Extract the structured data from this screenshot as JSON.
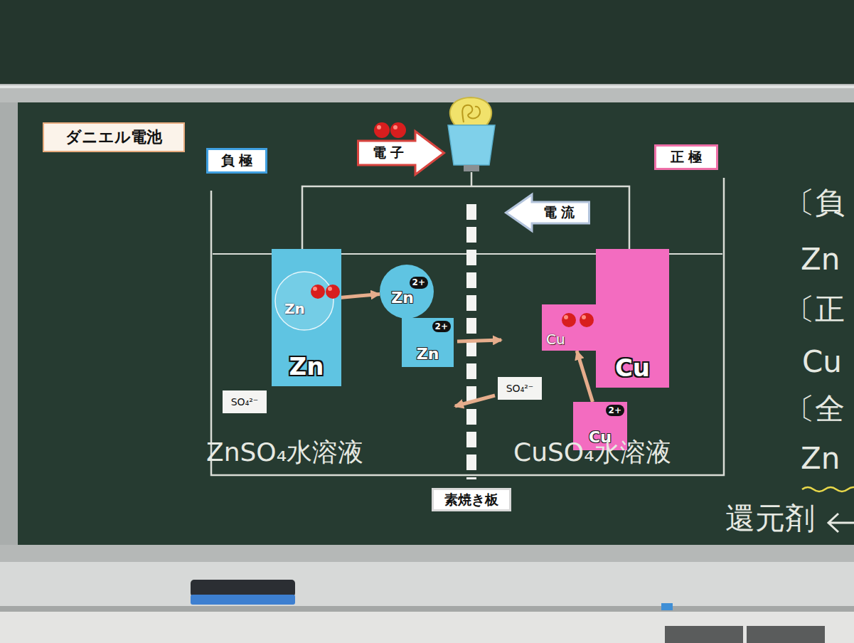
{
  "diagram": {
    "title": "ダニエル電池",
    "nodes": [
      {
        "text": [
          "負 極"
        ]
      },
      {
        "text": [
          "電 子"
        ]
      },
      {
        "text": [
          "正 極"
        ]
      },
      {
        "text": [
          "電 流"
        ]
      },
      {
        "text": [
          "Zn"
        ]
      },
      {
        "text": [
          "Zn"
        ],
        "in": 4
      },
      {
        "text": [
          "Zn",
          "2+"
        ]
      },
      {
        "text": [
          "Zn",
          "2+"
        ]
      },
      {
        "text": [
          "Cu"
        ]
      },
      {
        "text": [
          "Cu"
        ]
      },
      {
        "text": [
          "SO₄²⁻"
        ]
      },
      {
        "text": [
          "SO₄²⁻"
        ]
      },
      {
        "text": [
          "Cu",
          "2+"
        ]
      },
      {
        "text": [
          "素焼き板"
        ]
      }
    ],
    "edges": [
      {
        "from": 5,
        "to": 6,
        "arrow": "to"
      },
      {
        "from": 12,
        "to": 8,
        "arrow": "to"
      }
    ],
    "labels": [
      "ZnSO₄水溶液",
      "CuSO₄水溶液",
      "〔負",
      "Zn",
      "〔正",
      "Cu",
      "〔全",
      "Zn",
      "還元剤"
    ]
  }
}
